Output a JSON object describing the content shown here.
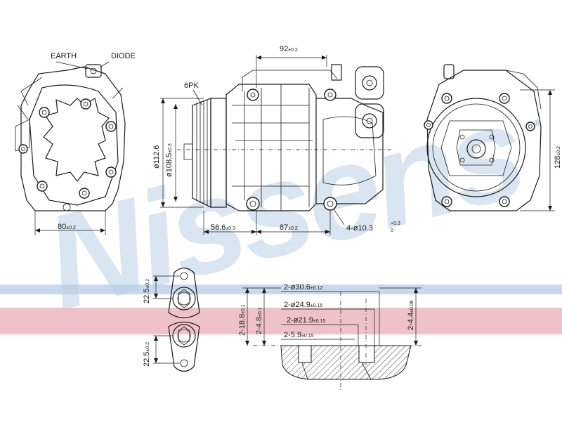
{
  "labels": {
    "earth": "EARTH",
    "diode": "DIODE",
    "belt": "6PK"
  },
  "watermark": {
    "text": "Nissens",
    "trademark": "®",
    "color": "#b9cfe6"
  },
  "stripes": {
    "blue": "#c9d8ec",
    "red": "#efc2c9"
  },
  "dimensions": {
    "d92": {
      "value": "92",
      "tol": "±0.2"
    },
    "d112": {
      "value": "ø112.6",
      "tol": ""
    },
    "d108": {
      "value": "ø108.5",
      "tol": "±0.3"
    },
    "d80": {
      "value": "80",
      "tol": "±0.2"
    },
    "d56": {
      "value": "56.6",
      "tol": "±0.3"
    },
    "d87": {
      "value": "87",
      "tol": "±0.2"
    },
    "mount": {
      "value": "4-ø10.3",
      "tol_up": "+0.3",
      "tol_dn": "0"
    },
    "d128": {
      "value": "128",
      "tol": "±0.2"
    },
    "p1": {
      "value": "22.5",
      "tol": "±0.2"
    },
    "p2": {
      "value": "22.5",
      "tol": "±0.2"
    },
    "s188": {
      "value": "2-18.8",
      "tol": "±0.1"
    },
    "s48": {
      "value": "2-4.8",
      "tol": "±0.1"
    },
    "b306": {
      "value": "2-ø30.6",
      "tol": "±0.12"
    },
    "b249": {
      "value": "2-ø24.9",
      "tol": "±0.15"
    },
    "b219": {
      "value": "2-ø21.9",
      "tol": "±0.15"
    },
    "b59": {
      "value": "2-5.9",
      "tol": "±0.15"
    },
    "s44": {
      "value": "2-4.4",
      "tol": "±0.08"
    }
  }
}
